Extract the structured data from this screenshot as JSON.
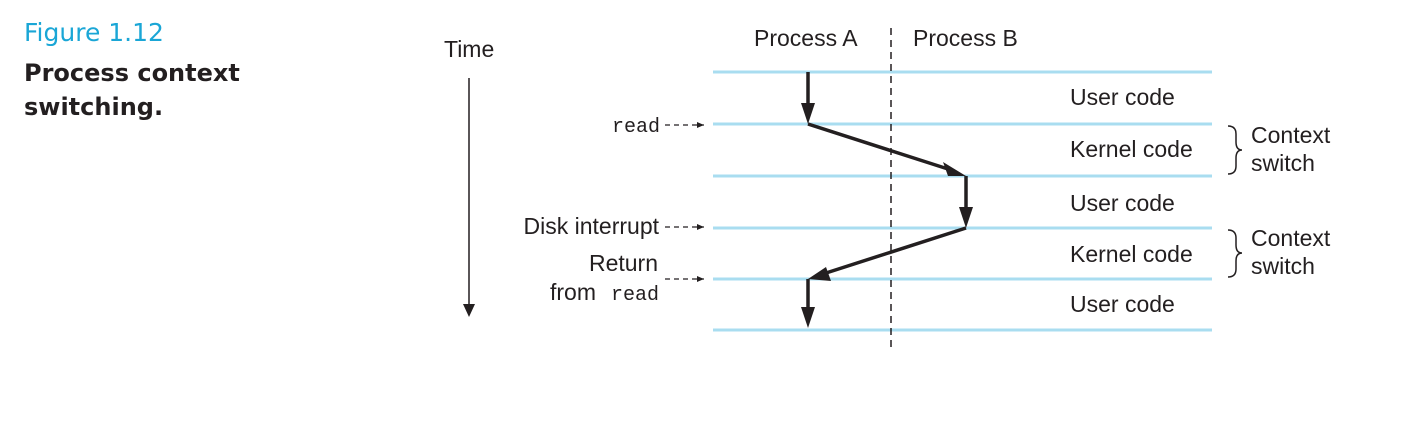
{
  "figure": {
    "number": "Figure 1.12",
    "title": "Process context switching."
  },
  "diagram": {
    "time_label": "Time",
    "columns": [
      "Process A",
      "Process B"
    ],
    "bands": [
      "User code",
      "Kernel code",
      "User code",
      "Kernel code",
      "User code"
    ],
    "context_switch": [
      "Context",
      "switch"
    ],
    "events": {
      "read": "read",
      "disk_interrupt": "Disk interrupt",
      "return_line1": "Return",
      "return_from": "from",
      "return_read": "read"
    },
    "colors": {
      "band_line": "#a9ddf0",
      "caption_number": "#1aa6d6",
      "text": "#231f20"
    }
  }
}
